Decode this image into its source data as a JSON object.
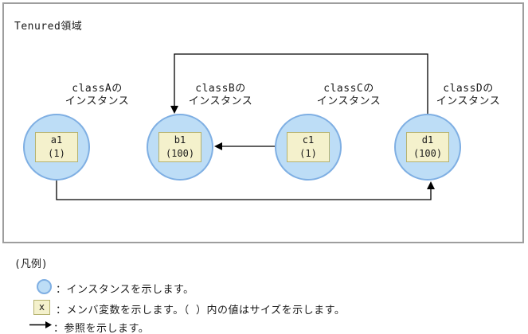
{
  "diagram": {
    "area_title": "Tenured領域",
    "nodes": [
      {
        "class_line1": "classAの",
        "class_line2": "インスタンス",
        "name": "a1",
        "size": "(1)"
      },
      {
        "class_line1": "classBの",
        "class_line2": "インスタンス",
        "name": "b1",
        "size": "(100)"
      },
      {
        "class_line1": "classCの",
        "class_line2": "インスタンス",
        "name": "c1",
        "size": "(1)"
      },
      {
        "class_line1": "classDの",
        "class_line2": "インスタンス",
        "name": "d1",
        "size": "(100)"
      }
    ],
    "references": [
      {
        "from": "d1",
        "to": "b1"
      },
      {
        "from": "c1",
        "to": "b1"
      },
      {
        "from": "a1",
        "to": "d1"
      }
    ]
  },
  "legend": {
    "title": "(凡例)",
    "items": [
      {
        "icon": "instance-circle-icon",
        "text": "：インスタンスを示します。"
      },
      {
        "icon": "member-variable-box-icon",
        "icon_label": "x",
        "text": "：メンバ変数を示します。（ ）内の値はサイズを示します。"
      },
      {
        "icon": "reference-arrow-icon",
        "text": "：参照を示します。"
      }
    ]
  },
  "colors": {
    "instance_fill": "#bdddf6",
    "instance_border": "#7fafe3",
    "member_box_fill": "#f4f1cc",
    "member_box_border": "#b5b26f",
    "area_border": "#9e9e9e",
    "arrow": "#000000"
  }
}
